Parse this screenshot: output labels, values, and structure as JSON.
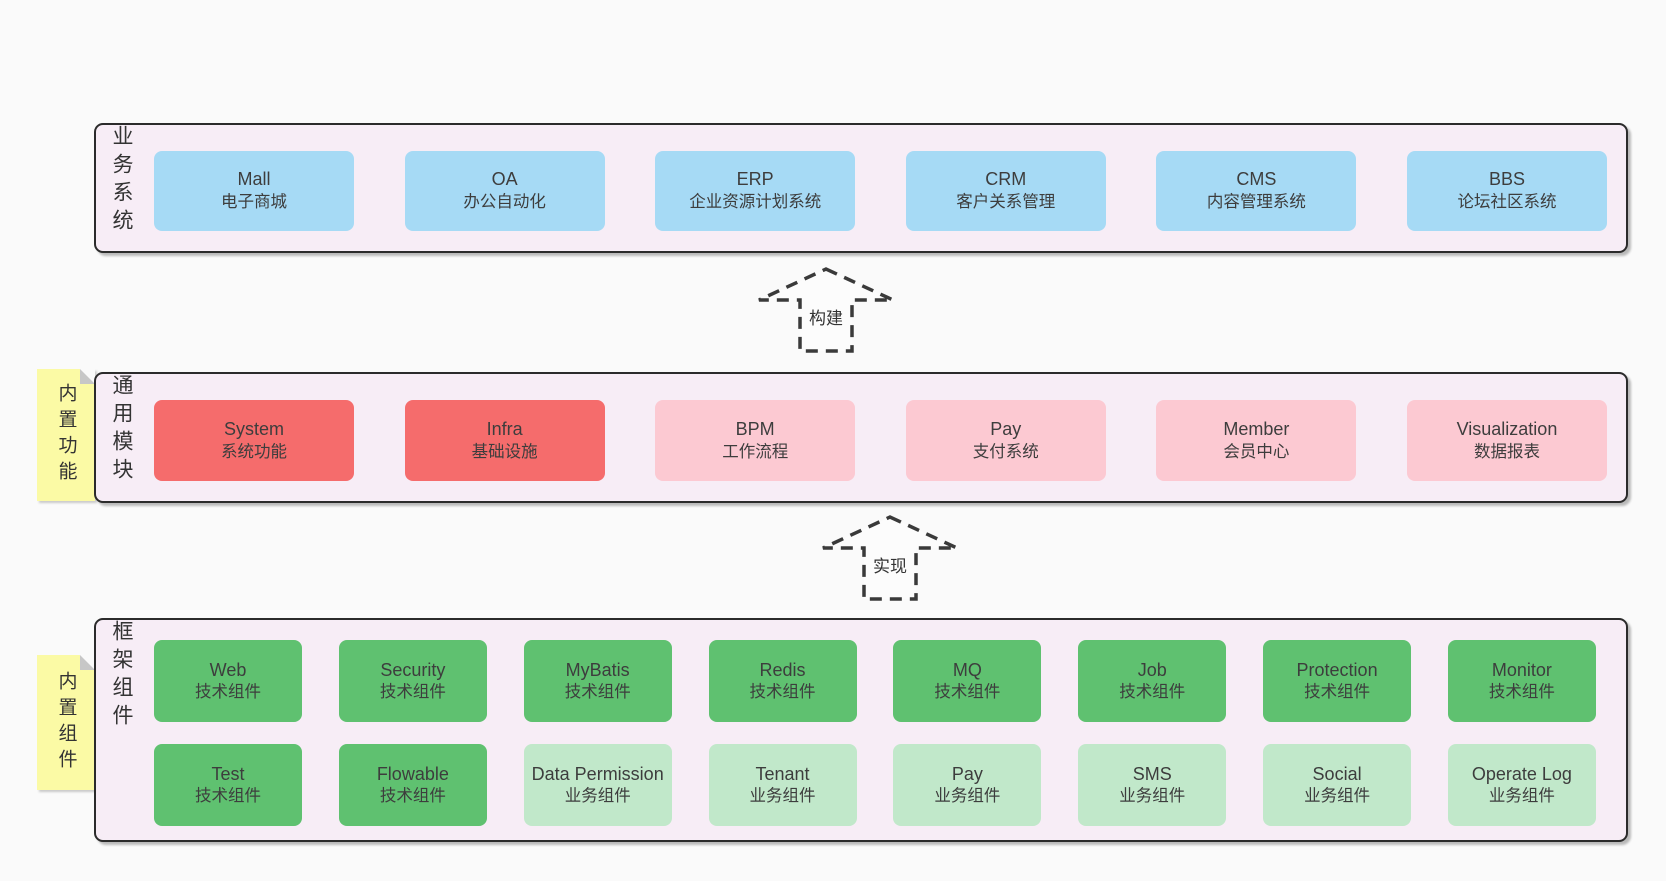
{
  "diagram": {
    "arrows": [
      {
        "label": "构建"
      },
      {
        "label": "实现"
      }
    ],
    "bands": [
      {
        "label": "业务系统",
        "sticky": "",
        "rows": [
          [
            {
              "title": "Mall",
              "subtitle": "电子商城",
              "variant": "blue"
            },
            {
              "title": "OA",
              "subtitle": "办公自动化",
              "variant": "blue"
            },
            {
              "title": "ERP",
              "subtitle": "企业资源计划系统",
              "variant": "blue"
            },
            {
              "title": "CRM",
              "subtitle": "客户关系管理",
              "variant": "blue"
            },
            {
              "title": "CMS",
              "subtitle": "内容管理系统",
              "variant": "blue"
            },
            {
              "title": "BBS",
              "subtitle": "论坛社区系统",
              "variant": "blue"
            }
          ]
        ]
      },
      {
        "label": "通用模块",
        "sticky": "内置功能",
        "rows": [
          [
            {
              "title": "System",
              "subtitle": "系统功能",
              "variant": "red"
            },
            {
              "title": "Infra",
              "subtitle": "基础设施",
              "variant": "red"
            },
            {
              "title": "BPM",
              "subtitle": "工作流程",
              "variant": "pink"
            },
            {
              "title": "Pay",
              "subtitle": "支付系统",
              "variant": "pink"
            },
            {
              "title": "Member",
              "subtitle": "会员中心",
              "variant": "pink"
            },
            {
              "title": "Visualization",
              "subtitle": "数据报表",
              "variant": "pink"
            }
          ]
        ]
      },
      {
        "label": "框架组件",
        "sticky": "内置组件",
        "rows": [
          [
            {
              "title": "Web",
              "subtitle": "技术组件",
              "variant": "green"
            },
            {
              "title": "Security",
              "subtitle": "技术组件",
              "variant": "green"
            },
            {
              "title": "MyBatis",
              "subtitle": "技术组件",
              "variant": "green"
            },
            {
              "title": "Redis",
              "subtitle": "技术组件",
              "variant": "green"
            },
            {
              "title": "MQ",
              "subtitle": "技术组件",
              "variant": "green"
            },
            {
              "title": "Job",
              "subtitle": "技术组件",
              "variant": "green"
            },
            {
              "title": "Protection",
              "subtitle": "技术组件",
              "variant": "green"
            },
            {
              "title": "Monitor",
              "subtitle": "技术组件",
              "variant": "green"
            }
          ],
          [
            {
              "title": "Test",
              "subtitle": "技术组件",
              "variant": "green"
            },
            {
              "title": "Flowable",
              "subtitle": "技术组件",
              "variant": "green"
            },
            {
              "title": "Data Permission",
              "subtitle": "业务组件",
              "variant": "lightgreen"
            },
            {
              "title": "Tenant",
              "subtitle": "业务组件",
              "variant": "lightgreen"
            },
            {
              "title": "Pay",
              "subtitle": "业务组件",
              "variant": "lightgreen"
            },
            {
              "title": "SMS",
              "subtitle": "业务组件",
              "variant": "lightgreen"
            },
            {
              "title": "Social",
              "subtitle": "业务组件",
              "variant": "lightgreen"
            },
            {
              "title": "Operate Log",
              "subtitle": "业务组件",
              "variant": "lightgreen"
            }
          ]
        ]
      }
    ],
    "colors": {
      "page_background": "#fafafa",
      "band_fill": "#f7edf6",
      "band_border": "#2b2b2b",
      "blue_box": "#a6daf5",
      "red_box": "#f56c6c",
      "pink_box": "#fcc9d2",
      "green_box": "#5fc170",
      "light_green_box": "#c1e8ca",
      "sticky_note": "#fbfaa5",
      "text": "#3d3d3d"
    }
  }
}
